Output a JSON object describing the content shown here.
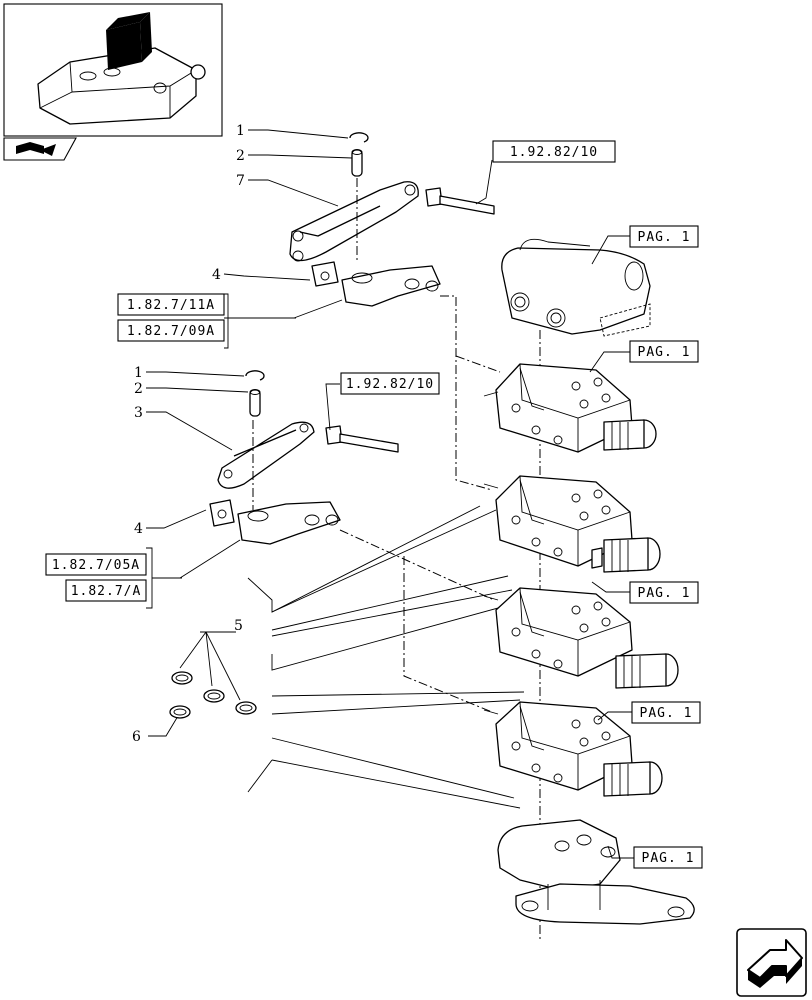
{
  "callouts": {
    "one_a": "1",
    "two_a": "2",
    "seven": "7",
    "four_a": "4",
    "one_b": "1",
    "two_b": "2",
    "three": "3",
    "four_b": "4",
    "five": "5",
    "six": "6"
  },
  "refs": {
    "r_19282_top": "1.92.82/10",
    "r_1827_11a": "1.82.7/11A",
    "r_1827_09a": "1.82.7/09A",
    "r_19282_mid": "1.92.82/10",
    "r_1827_05a": "1.82.7/05A",
    "r_1827_a": "1.82.7/A",
    "pag_1": "PAG. 1",
    "pag_2": "PAG. 1",
    "pag_3": "PAG. 1",
    "pag_4": "PAG. 1",
    "pag_5": "PAG. 1"
  },
  "icons": {
    "thumbnail": "hydraulic-lift-assembly-icon",
    "book": "book-arrow-icon",
    "nav": "next-page-arrow-icon"
  }
}
